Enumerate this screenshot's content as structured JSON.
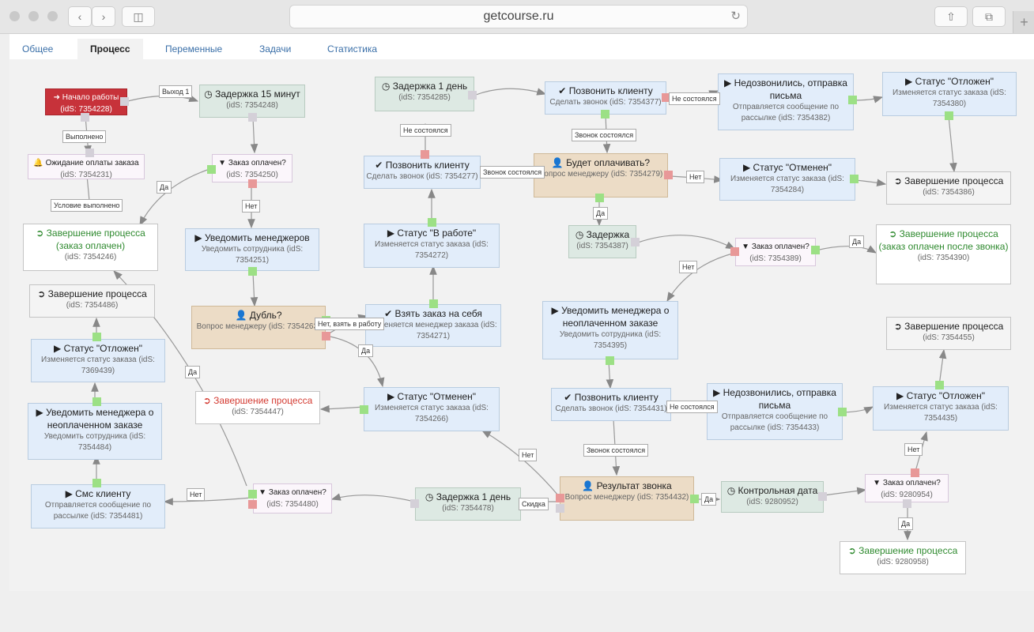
{
  "browser": {
    "url": "getcourse.ru"
  },
  "tabs": [
    "Общее",
    "Процесс",
    "Переменные",
    "Задачи",
    "Статистика"
  ],
  "active_tab": "Процесс",
  "nodes": {
    "start": {
      "icon": "sign-in-icon",
      "title": "Начало работы",
      "sub": "(idS: 7354228)"
    },
    "d15": {
      "icon": "clock-icon",
      "title": "Задержка 15 минут",
      "sub": "(idS: 7354248)"
    },
    "wait": {
      "icon": "bell-icon",
      "title": "Ожидание оплаты заказа",
      "sub": "(idS: 7354231)"
    },
    "f250": {
      "icon": "filter-icon",
      "title": "Заказ оплачен?",
      "sub": "(idS: 7354250)"
    },
    "e246": {
      "icon": "sign-out-icon",
      "title": "Завершение процесса (заказ оплачен)",
      "sub": "(idS: 7354246)"
    },
    "n251": {
      "icon": "play-icon",
      "title": "Уведомить менеджеров",
      "sub": "Уведомить сотрудника (idS: 7354251)"
    },
    "e486": {
      "icon": "sign-out-icon",
      "title": "Завершение процесса",
      "sub": "(idS: 7354486)"
    },
    "q263": {
      "icon": "user-icon",
      "title": "Дубль?",
      "sub": "Вопрос менеджеру (idS: 7354263)"
    },
    "s439": {
      "icon": "play-icon",
      "title": "Статус \"Отложен\"",
      "sub": "Изменяется статус заказа (idS: 7369439)"
    },
    "n484": {
      "icon": "play-icon",
      "title": "Уведомить менеджера о неоплаченном заказе",
      "sub": "Уведомить сотрудника (idS: 7354484)"
    },
    "e447": {
      "icon": "sign-out-icon",
      "title": "Завершение процесса",
      "sub": "(idS: 7354447)"
    },
    "sms481": {
      "icon": "play-icon",
      "title": "Смс клиенту",
      "sub": "Отправляется сообщение по рассылке (idS: 7354481)"
    },
    "f480": {
      "icon": "filter-icon",
      "title": "Заказ оплачен?",
      "sub": "(idS: 7354480)"
    },
    "d285": {
      "icon": "clock-icon",
      "title": "Задержка 1 день",
      "sub": "(idS: 7354285)"
    },
    "c277": {
      "icon": "check-icon",
      "title": "Позвонить клиенту",
      "sub": "Сделать звонок (idS: 7354277)"
    },
    "s272": {
      "icon": "play-icon",
      "title": "Статус \"В работе\"",
      "sub": "Изменяется статус заказа (idS: 7354272)"
    },
    "t271": {
      "icon": "check-icon",
      "title": "Взять заказ на себя",
      "sub": "Изменяется менеджер заказа (idS: 7354271)"
    },
    "s266": {
      "icon": "play-icon",
      "title": "Статус \"Отменен\"",
      "sub": "Изменяется статус заказа (idS: 7354266)"
    },
    "d478": {
      "icon": "clock-icon",
      "title": "Задержка 1 день",
      "sub": "(idS: 7354478)"
    },
    "c377": {
      "icon": "check-icon",
      "title": "Позвонить клиенту",
      "sub": "Сделать звонок (idS: 7354377)"
    },
    "q279": {
      "icon": "user-icon",
      "title": "Будет оплачивать?",
      "sub": "Вопрос менеджеру (idS: 7354279)"
    },
    "d387": {
      "icon": "clock-icon",
      "title": "Задержка",
      "sub": "(idS: 7354387)"
    },
    "n395": {
      "icon": "play-icon",
      "title": "Уведомить менеджера о неоплаченном заказе",
      "sub": "Уведомить сотрудника (idS: 7354395)"
    },
    "c431": {
      "icon": "check-icon",
      "title": "Позвонить клиенту",
      "sub": "Сделать звонок (idS: 7354431)"
    },
    "q432": {
      "icon": "user-icon",
      "title": "Результат звонка",
      "sub": "Вопрос менеджеру (idS: 7354432)"
    },
    "m382": {
      "icon": "play-icon",
      "title": "Недозвонились, отправка письма",
      "sub": "Отправляется сообщение по рассылке (idS: 7354382)"
    },
    "s284": {
      "icon": "play-icon",
      "title": "Статус \"Отменен\"",
      "sub": "Изменяется статус заказа (idS: 7354284)"
    },
    "f389": {
      "icon": "filter-icon",
      "title": "Заказ оплачен?",
      "sub": "(idS: 7354389)"
    },
    "m433": {
      "icon": "play-icon",
      "title": "Недозвонились, отправка письма",
      "sub": "Отправляется сообщение по рассылке (idS: 7354433)"
    },
    "k952": {
      "icon": "clock-icon",
      "title": "Контрольная дата",
      "sub": "(idS: 9280952)"
    },
    "s380": {
      "icon": "play-icon",
      "title": "Статус \"Отложен\"",
      "sub": "Изменяется статус заказа (idS: 7354380)"
    },
    "e386": {
      "icon": "sign-out-icon",
      "title": "Завершение процесса",
      "sub": "(idS: 7354386)"
    },
    "e390": {
      "icon": "sign-out-icon",
      "title": "Завершение процесса (заказ оплачен после звонка)",
      "sub": "(idS: 7354390)"
    },
    "e455": {
      "icon": "sign-out-icon",
      "title": "Завершение процесса",
      "sub": "(idS: 7354455)"
    },
    "s435": {
      "icon": "play-icon",
      "title": "Статус \"Отложен\"",
      "sub": "Изменяется статус заказа (idS: 7354435)"
    },
    "f954": {
      "icon": "filter-icon",
      "title": "Заказ оплачен?",
      "sub": "(idS: 9280954)"
    },
    "e958": {
      "icon": "sign-out-icon",
      "title": "Завершение процесса",
      "sub": "(idS: 9280958)"
    }
  },
  "edge_labels": {
    "exit1": "Выход 1",
    "done": "Выполнено",
    "cond_done": "Условие выполнено",
    "yes": "Да",
    "no": "Нет",
    "not_happened": "Не состоялся",
    "call_happened": "Звонок состоялся",
    "no_take": "Нет, взять в работу",
    "discount": "Скидка"
  },
  "colors": {
    "action": "#e2edfa",
    "delay": "#dde9e3",
    "question": "#ecdcc6",
    "start": "#c7323a",
    "end_green": "#2f8a2f",
    "end_red": "#d43b32",
    "port_green": "#9ce085",
    "port_red": "#e89898"
  }
}
